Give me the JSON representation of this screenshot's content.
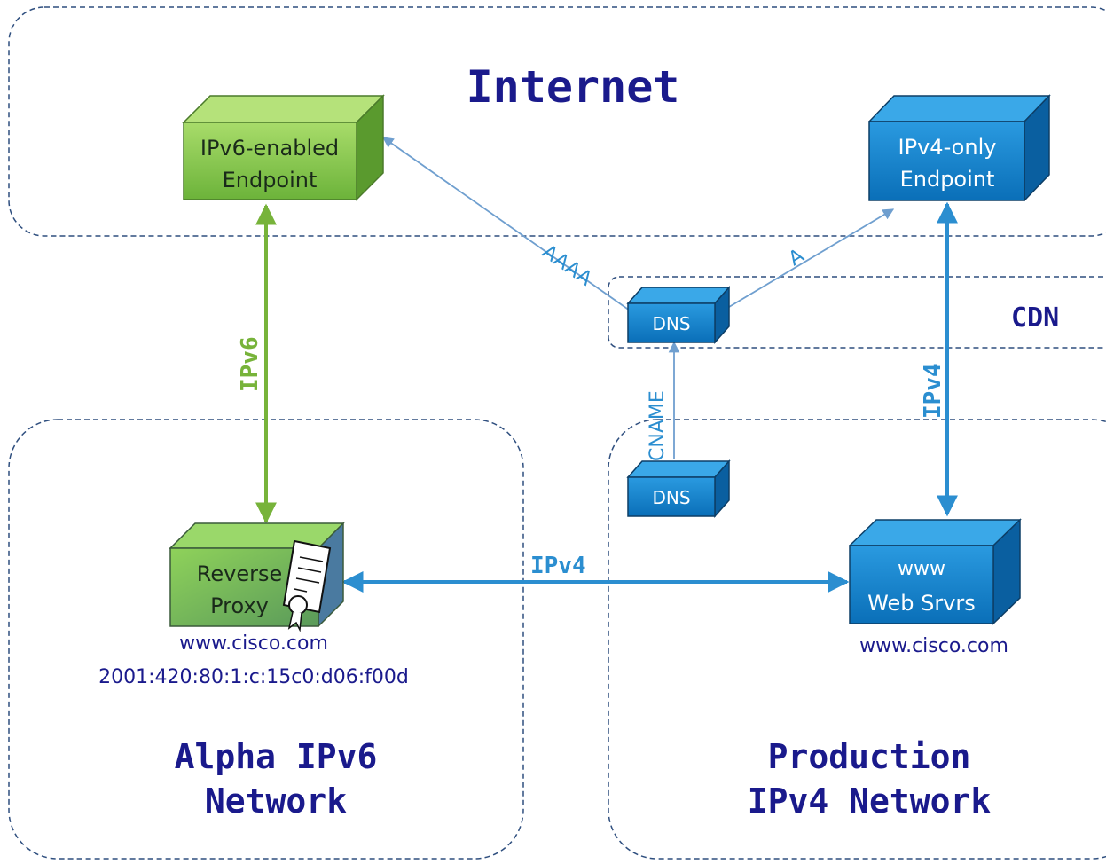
{
  "regions": {
    "internet": "Internet",
    "cdn": "CDN",
    "alpha_line1": "Alpha IPv6",
    "alpha_line2": "Network",
    "production_line1": "Production",
    "production_line2": "IPv4 Network"
  },
  "nodes": {
    "ipv6_endpoint": {
      "line1": "IPv6-enabled",
      "line2": "Endpoint"
    },
    "ipv4_endpoint": {
      "line1": "IPv4-only",
      "line2": "Endpoint"
    },
    "dns_cdn": {
      "label": "DNS"
    },
    "dns_prod": {
      "label": "DNS"
    },
    "reverse_proxy": {
      "line1": "Reverse",
      "line2": "Proxy",
      "caption1": "www.cisco.com",
      "caption2": "2001:420:80:1:c:15c0:d06:f00d"
    },
    "web_servers": {
      "line1": "www",
      "line2": "Web Srvrs",
      "caption1": "www.cisco.com"
    }
  },
  "links": {
    "ipv6": "IPv6",
    "ipv4_vertical": "IPv4",
    "ipv4_horizontal": "IPv4",
    "aaaa": "AAAA",
    "a": "A",
    "cname": "CNAME"
  },
  "colors": {
    "green_link": "#77b33a",
    "blue_link": "#2b8ed0",
    "dns_line": "#6f9fcf",
    "region_border": "#2f4f7f",
    "title": "#1a1a8c"
  }
}
